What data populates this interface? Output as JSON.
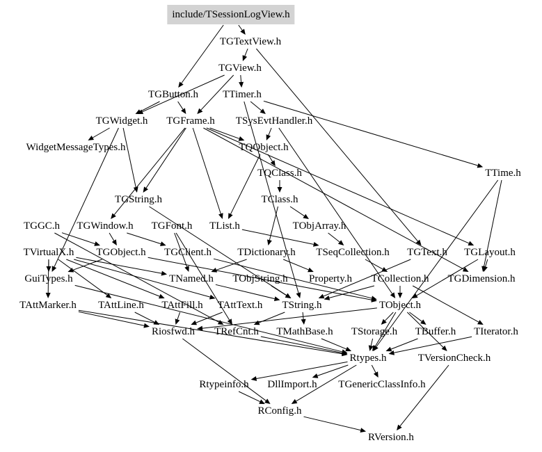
{
  "root": "include/TSessionLogView.h",
  "nodes": [
    {
      "id": "TSessionLogView",
      "label": "include/TSessionLogView.h"
    },
    {
      "id": "TGTextView",
      "label": "TGTextView.h"
    },
    {
      "id": "TGView",
      "label": "TGView.h"
    },
    {
      "id": "TGButton",
      "label": "TGButton.h"
    },
    {
      "id": "TTimer",
      "label": "TTimer.h"
    },
    {
      "id": "TGWidget",
      "label": "TGWidget.h"
    },
    {
      "id": "TGFrame",
      "label": "TGFrame.h"
    },
    {
      "id": "TSysEvtHandler",
      "label": "TSysEvtHandler.h"
    },
    {
      "id": "WidgetMessageTypes",
      "label": "WidgetMessageTypes.h"
    },
    {
      "id": "TQObject",
      "label": "TQObject.h"
    },
    {
      "id": "TQClass",
      "label": "TQClass.h"
    },
    {
      "id": "TTime",
      "label": "TTime.h"
    },
    {
      "id": "TGString",
      "label": "TGString.h"
    },
    {
      "id": "TClass",
      "label": "TClass.h"
    },
    {
      "id": "TGGC",
      "label": "TGGC.h"
    },
    {
      "id": "TGWindow",
      "label": "TGWindow.h"
    },
    {
      "id": "TGFont",
      "label": "TGFont.h"
    },
    {
      "id": "TList",
      "label": "TList.h"
    },
    {
      "id": "TObjArray",
      "label": "TObjArray.h"
    },
    {
      "id": "TVirtualX",
      "label": "TVirtualX.h"
    },
    {
      "id": "TGObject",
      "label": "TGObject.h"
    },
    {
      "id": "TGClient",
      "label": "TGClient.h"
    },
    {
      "id": "TDictionary",
      "label": "TDictionary.h"
    },
    {
      "id": "TSeqCollection",
      "label": "TSeqCollection.h"
    },
    {
      "id": "TGText",
      "label": "TGText.h"
    },
    {
      "id": "TGLayout",
      "label": "TGLayout.h"
    },
    {
      "id": "GuiTypes",
      "label": "GuiTypes.h"
    },
    {
      "id": "TNamed",
      "label": "TNamed.h"
    },
    {
      "id": "TObjString",
      "label": "TObjString.h"
    },
    {
      "id": "Property",
      "label": "Property.h"
    },
    {
      "id": "TCollection",
      "label": "TCollection.h"
    },
    {
      "id": "TGDimension",
      "label": "TGDimension.h"
    },
    {
      "id": "TAttMarker",
      "label": "TAttMarker.h"
    },
    {
      "id": "TAttLine",
      "label": "TAttLine.h"
    },
    {
      "id": "TAttFill",
      "label": "TAttFill.h"
    },
    {
      "id": "TAttText",
      "label": "TAttText.h"
    },
    {
      "id": "TString",
      "label": "TString.h"
    },
    {
      "id": "TObject",
      "label": "TObject.h"
    },
    {
      "id": "Riosfwd",
      "label": "Riosfwd.h"
    },
    {
      "id": "TRefCnt",
      "label": "TRefCnt.h"
    },
    {
      "id": "TMathBase",
      "label": "TMathBase.h"
    },
    {
      "id": "TStorage",
      "label": "TStorage.h"
    },
    {
      "id": "TBuffer",
      "label": "TBuffer.h"
    },
    {
      "id": "TIterator",
      "label": "TIterator.h"
    },
    {
      "id": "Rtypes",
      "label": "Rtypes.h"
    },
    {
      "id": "TVersionCheck",
      "label": "TVersionCheck.h"
    },
    {
      "id": "Rtypeinfo",
      "label": "Rtypeinfo.h"
    },
    {
      "id": "DllImport",
      "label": "DllImport.h"
    },
    {
      "id": "TGenericClassInfo",
      "label": "TGenericClassInfo.h"
    },
    {
      "id": "RConfig",
      "label": "RConfig.h"
    },
    {
      "id": "RVersion",
      "label": "RVersion.h"
    }
  ],
  "edges": [
    [
      "TSessionLogView",
      "TGTextView"
    ],
    [
      "TSessionLogView",
      "TGButton"
    ],
    [
      "TGTextView",
      "TGView"
    ],
    [
      "TGTextView",
      "TGText"
    ],
    [
      "TGView",
      "TTimer"
    ],
    [
      "TGView",
      "TGWidget"
    ],
    [
      "TGView",
      "TGFrame"
    ],
    [
      "TGButton",
      "TGWidget"
    ],
    [
      "TGButton",
      "TGFrame"
    ],
    [
      "TTimer",
      "TSysEvtHandler"
    ],
    [
      "TTimer",
      "TTime"
    ],
    [
      "TTimer",
      "TString"
    ],
    [
      "TGWidget",
      "WidgetMessageTypes"
    ],
    [
      "TGWidget",
      "TGString"
    ],
    [
      "TGWidget",
      "GuiTypes"
    ],
    [
      "TGFrame",
      "TQObject"
    ],
    [
      "TGFrame",
      "TGString"
    ],
    [
      "TGFrame",
      "TList"
    ],
    [
      "TGFrame",
      "TGDimension"
    ],
    [
      "TGFrame",
      "TGLayout"
    ],
    [
      "TGFrame",
      "TGWindow"
    ],
    [
      "TSysEvtHandler",
      "TQObject"
    ],
    [
      "TSysEvtHandler",
      "TObject"
    ],
    [
      "TQObject",
      "TQClass"
    ],
    [
      "TQObject",
      "TList"
    ],
    [
      "TQClass",
      "TClass"
    ],
    [
      "TTime",
      "TGDimension"
    ],
    [
      "TTime",
      "Rtypes"
    ],
    [
      "TGString",
      "TString"
    ],
    [
      "TClass",
      "TObjArray"
    ],
    [
      "TClass",
      "TDictionary"
    ],
    [
      "TGGC",
      "TGObject"
    ],
    [
      "TGGC",
      "TRefCnt"
    ],
    [
      "TGWindow",
      "TGObject"
    ],
    [
      "TGWindow",
      "TGClient"
    ],
    [
      "TGFont",
      "TNamed"
    ],
    [
      "TGFont",
      "TRefCnt"
    ],
    [
      "TList",
      "TSeqCollection"
    ],
    [
      "TObjArray",
      "TSeqCollection"
    ],
    [
      "TVirtualX",
      "GuiTypes"
    ],
    [
      "TVirtualX",
      "TNamed"
    ],
    [
      "TVirtualX",
      "TAttLine"
    ],
    [
      "TVirtualX",
      "TAttFill"
    ],
    [
      "TVirtualX",
      "TAttText"
    ],
    [
      "TVirtualX",
      "TAttMarker"
    ],
    [
      "TGObject",
      "GuiTypes"
    ],
    [
      "TGObject",
      "TObject"
    ],
    [
      "TGClient",
      "TObject"
    ],
    [
      "TDictionary",
      "TNamed"
    ],
    [
      "TDictionary",
      "Property"
    ],
    [
      "TSeqCollection",
      "TCollection"
    ],
    [
      "TGText",
      "TString"
    ],
    [
      "TGLayout",
      "TObject"
    ],
    [
      "TGLayout",
      "TGDimension"
    ],
    [
      "GuiTypes",
      "Rtypes"
    ],
    [
      "TNamed",
      "TString"
    ],
    [
      "TObjString",
      "TString"
    ],
    [
      "TCollection",
      "TObject"
    ],
    [
      "TCollection",
      "TIterator"
    ],
    [
      "TCollection",
      "TString"
    ],
    [
      "TAttMarker",
      "Riosfwd"
    ],
    [
      "TAttMarker",
      "Rtypes"
    ],
    [
      "TAttLine",
      "Riosfwd"
    ],
    [
      "TAttFill",
      "Riosfwd"
    ],
    [
      "TAttText",
      "Riosfwd"
    ],
    [
      "TString",
      "TRefCnt"
    ],
    [
      "TString",
      "TMathBase"
    ],
    [
      "TObject",
      "TStorage"
    ],
    [
      "TObject",
      "TBuffer"
    ],
    [
      "TObject",
      "TVersionCheck"
    ],
    [
      "TObject",
      "Riosfwd"
    ],
    [
      "TObject",
      "Rtypes"
    ],
    [
      "Riosfwd",
      "RConfig"
    ],
    [
      "TRefCnt",
      "Rtypes"
    ],
    [
      "TMathBase",
      "Rtypes"
    ],
    [
      "TStorage",
      "Rtypes"
    ],
    [
      "TBuffer",
      "Rtypes"
    ],
    [
      "TIterator",
      "Rtypes"
    ],
    [
      "TVersionCheck",
      "RVersion"
    ],
    [
      "Rtypes",
      "Rtypeinfo"
    ],
    [
      "Rtypes",
      "DllImport"
    ],
    [
      "Rtypes",
      "TGenericClassInfo"
    ],
    [
      "Rtypes",
      "RConfig"
    ],
    [
      "Rtypeinfo",
      "RConfig"
    ],
    [
      "RConfig",
      "RVersion"
    ]
  ]
}
